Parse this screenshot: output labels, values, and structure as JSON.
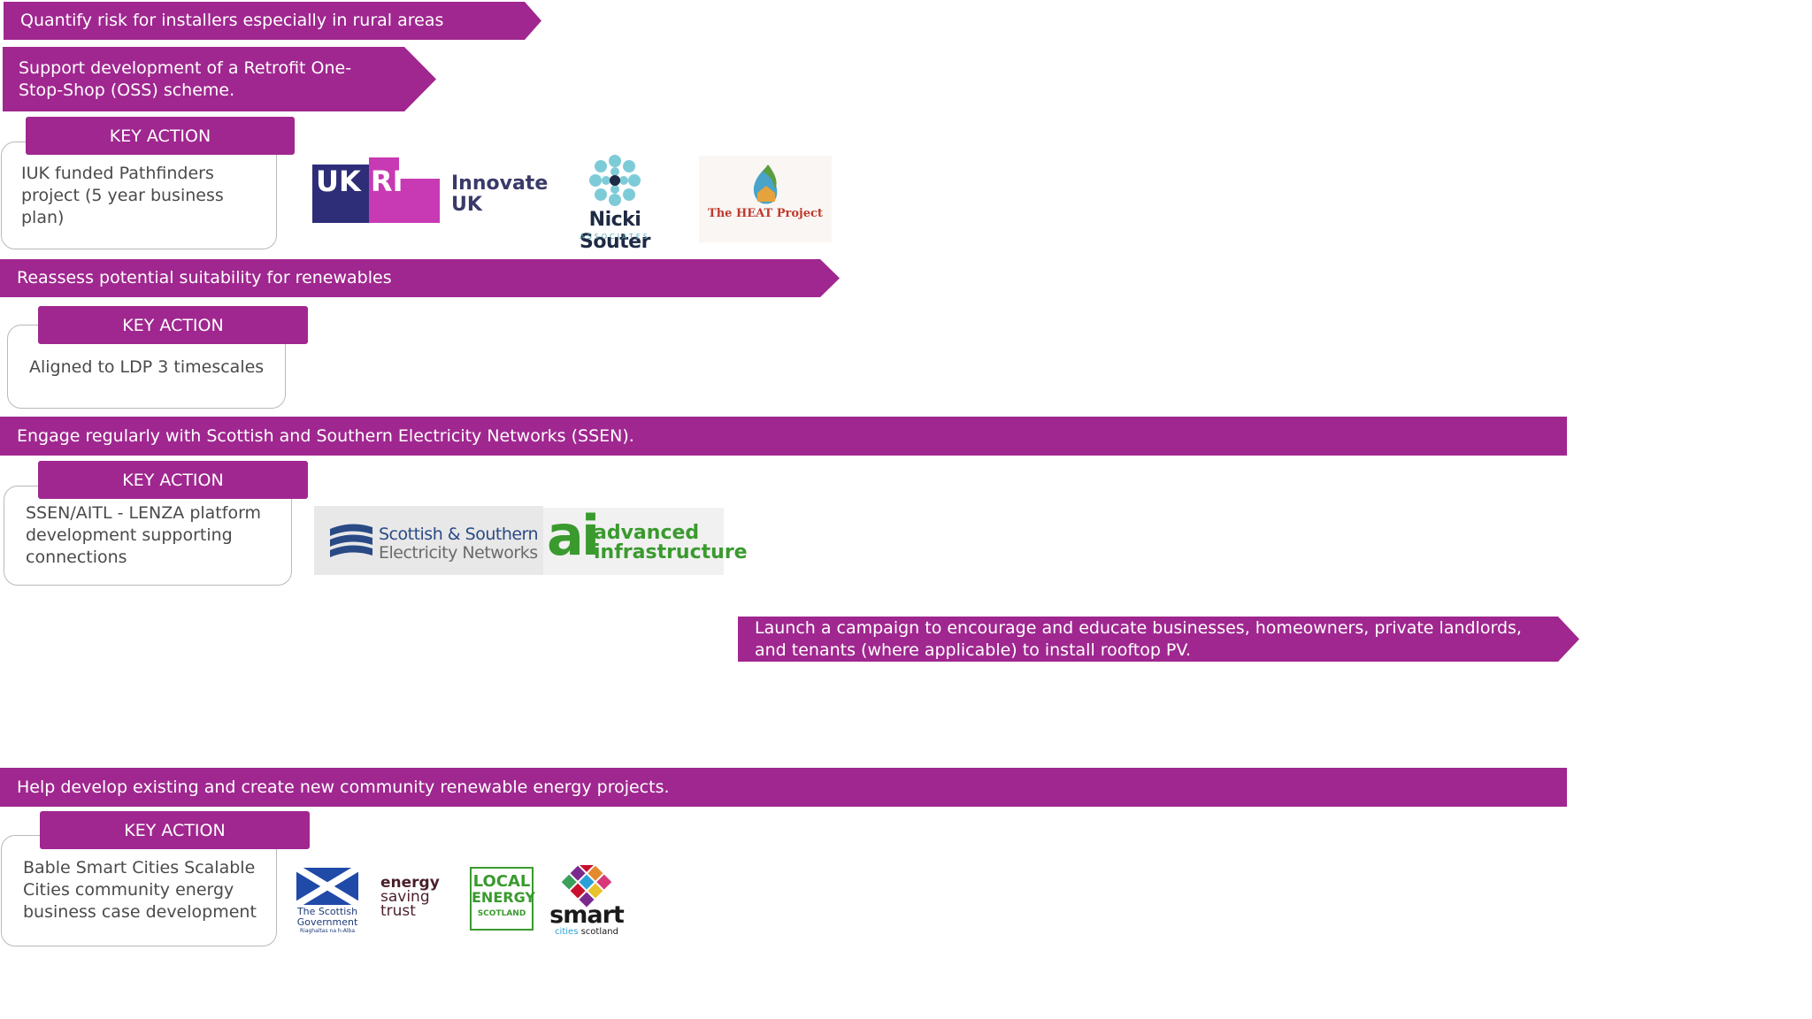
{
  "colors": {
    "accent": "#a0278f",
    "box_border": "#b9b9b9",
    "body_text": "#4a4a4a"
  },
  "key_action_label": "KEY ACTION",
  "banners": [
    {
      "id": "b1",
      "text": "Quantify risk for installers especially in rural areas"
    },
    {
      "id": "b2",
      "text": "Support development of a Retrofit One-Stop-Shop (OSS) scheme."
    },
    {
      "id": "b3",
      "text": "Reassess potential suitability for renewables"
    },
    {
      "id": "b4",
      "text": "Engage regularly with Scottish and Southern Electricity Networks (SSEN)."
    },
    {
      "id": "b5",
      "text": "Launch a campaign to encourage and educate businesses, homeowners, private landlords, and tenants (where applicable) to install rooftop PV."
    },
    {
      "id": "b6",
      "text": "Help develop existing and create new community renewable energy projects."
    }
  ],
  "key_actions": [
    {
      "text": "IUK funded Pathfinders project (5 year business plan)"
    },
    {
      "text": "Aligned to LDP 3 timescales"
    },
    {
      "text": "SSEN/AITL - LENZA platform development supporting connections"
    },
    {
      "text": "Bable Smart Cities Scalable Cities  community energy business case development"
    }
  ],
  "logos": {
    "ukri": {
      "text": "UK RI"
    },
    "innovate_uk": {
      "line1": "Innovate",
      "line2": "UK"
    },
    "nicki_souter": {
      "name": "Nicki Souter",
      "sub": "ASSOCIATES"
    },
    "heat_project": {
      "text": "The HEAT Project"
    },
    "ssen": {
      "line1": "Scottish & Southern",
      "line2": "Electricity Networks"
    },
    "advanced_infrastructure": {
      "mark": "ai",
      "line1": "advanced",
      "line2": "infrastructure"
    },
    "scottish_government": {
      "line1": "The Scottish",
      "line2": "Government",
      "line3": "Riaghaltas na h-Alba"
    },
    "energy_saving_trust": {
      "line1": "energy",
      "line2": "saving",
      "line3": "trust"
    },
    "local_energy_scotland": {
      "line1": "LOCAL",
      "line2": "ENERGY",
      "line3": "SCOTLAND"
    },
    "smart_cities_scotland": {
      "main": "smart",
      "sub1": "cities",
      "sub2": "scotland"
    }
  }
}
